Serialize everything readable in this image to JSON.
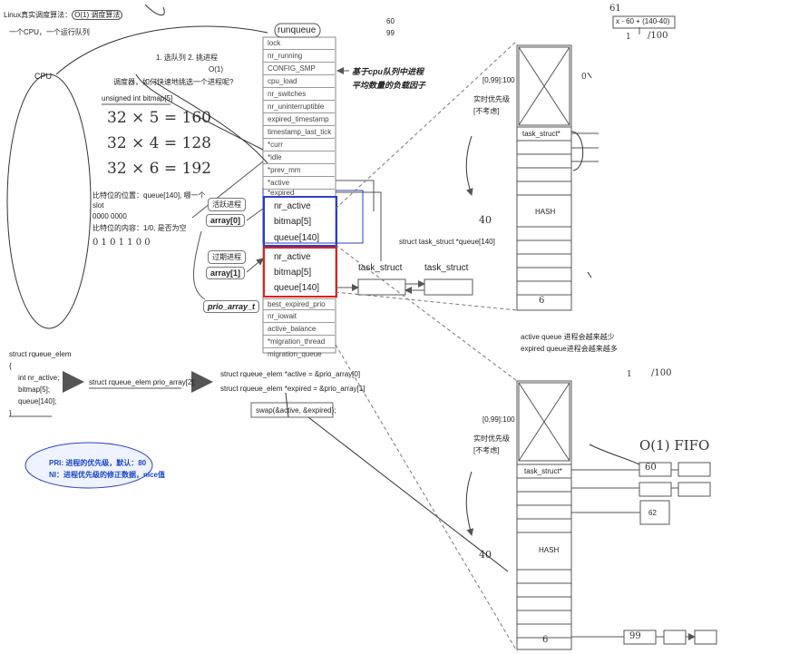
{
  "header": {
    "title_prefix": "Linux真实调度算法：",
    "title_algo": "O(1) 调度算法",
    "cpu_note": "一个CPU，一个运行队列",
    "cpu_label": "CPU",
    "steps": "1. 选队列 2. 挑进程",
    "o1": "O(1)",
    "question": "调度器，如何快速地挑选一个进程呢?"
  },
  "bitmap_section": {
    "decl": "unsigned int bitmap[5]",
    "calc": [
      "32 × 5 = 160",
      "32 × 4 = 128",
      "32 × 6 = 192"
    ],
    "desc1": "比特位的位置：queue[140], 哪一个",
    "desc2": "slot",
    "desc3": "0000 0000",
    "desc4": "比特位的内容：1/0, 是否为空",
    "hand_bits": "0 1 0 1 1 0 0"
  },
  "runqueue": {
    "title": "runqueue",
    "fields": [
      "lock",
      "nr_running",
      "CONFIG_SMP",
      "cpu_load",
      "nr_switches",
      "nr_uninterruptible",
      "expired_timestamp",
      "timestamp_last_tick",
      "*curr",
      "*idle",
      "*prev_mm",
      "*active",
      "*expired"
    ],
    "active_array": [
      "nr_active",
      "bitmap[5]",
      "queue[140]"
    ],
    "expired_array": [
      "nr_active",
      "bitmap[5]",
      "queue[140]"
    ],
    "tail_fields": [
      "best_expired_prio",
      "nr_iowait",
      "active_balance",
      "*migration_thread",
      "migration_queue"
    ],
    "load_note_1": "基于cpu队列中进程",
    "load_note_2": "平均数量的负载因子"
  },
  "arrays": {
    "active_tag": "活跃进程",
    "active_label": "array[0]",
    "expired_tag": "过期进程",
    "expired_label": "array[1]",
    "type_label": "prio_array_t"
  },
  "task_struct": {
    "decl": "struct task_struct *queue[140]",
    "node1": "task_struct",
    "node2": "task_struct"
  },
  "code": {
    "struct_lines": [
      "struct rqueue_elem",
      "{",
      "int nr_active;",
      "bitmap[5];",
      "queue[140];",
      "}"
    ],
    "arr_decl": "struct rqueue_elem prio_array[2];",
    "active_ptr": "struct rqueue_elem *active = &prio_array[0]",
    "expired_ptr": "struct rqueue_elem *expired = &prio_array[1]",
    "swap": "swap(&active, &expired);"
  },
  "priority_note": {
    "pri": "PRI: 进程的优先级，默认：80",
    "ni": "NI：进程优先级的修正数据，nice值"
  },
  "top_numbers": {
    "n60": "60",
    "n99": "99"
  },
  "formula": {
    "expr": "x - 60 + (140-40)",
    "hand_one": "1",
    "hand_100": "/100",
    "hand_61": "61"
  },
  "table_upper": {
    "range": "[0,99]:100",
    "realtime": "实时优先级",
    "not_considered": "[不考虑]",
    "task_label": "task_struct*",
    "hash": "HASH",
    "top_mark": "0",
    "bottom_mark": "6",
    "side_mark": "40"
  },
  "queue_notes": {
    "active": "active queue 进程会越来越少",
    "expired": "expired queue进程会越来越多"
  },
  "table_lower": {
    "range": "[0,99]:100",
    "realtime": "实时优先级",
    "not_considered": "[不考虑]",
    "task_label": "task_struct*",
    "hash": "HASH",
    "node_60": "60",
    "node_62": "62",
    "node_99": "99",
    "o1_fifo": "O(1)  FIFO",
    "hand_100": "/100",
    "hand_one": "1",
    "bottom_mark": "6",
    "side_mark": "40"
  }
}
